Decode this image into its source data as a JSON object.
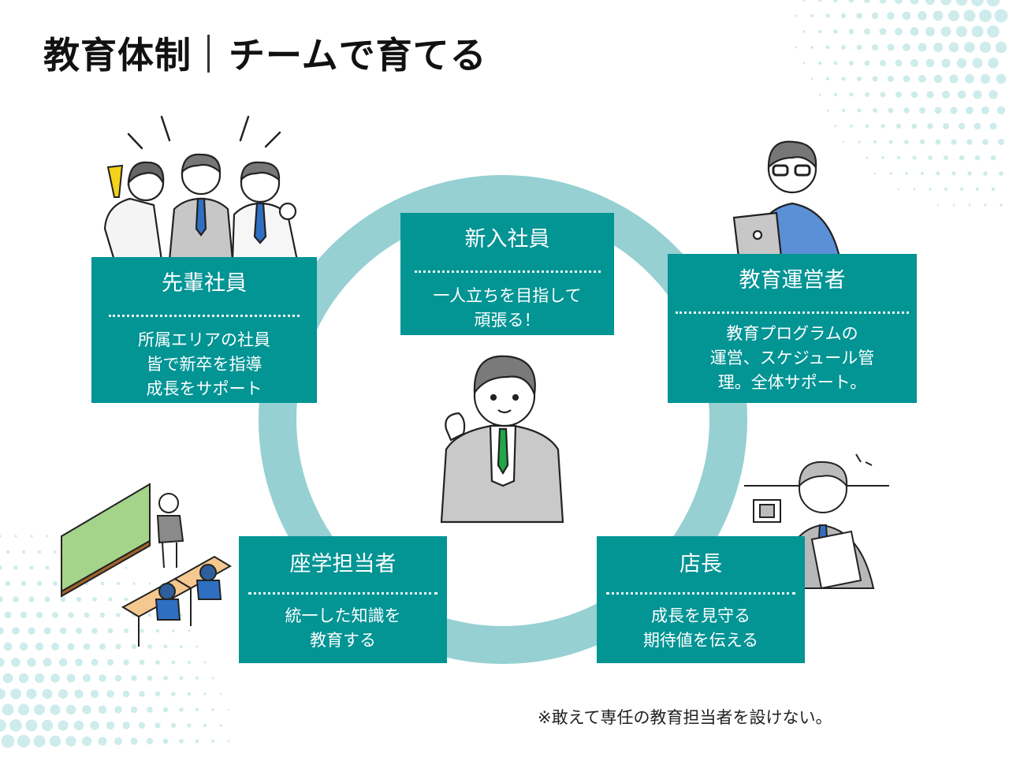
{
  "title": {
    "main": "教育体制",
    "sub": "チームで育てる"
  },
  "colors": {
    "teal": "#039494",
    "ring": "#96d0d2",
    "dots": "#cdeceb"
  },
  "roles": {
    "newcomer": {
      "heading": "新入社員",
      "body": "一人立ちを目指して\n頑張る！"
    },
    "senior": {
      "heading": "先輩社員",
      "body": "所属エリアの社員\n皆で新卒を指導\n成長をサポート"
    },
    "operator": {
      "heading": "教育運営者",
      "body": "教育プログラムの\n運営、スケジュール管\n理。全体サポート。"
    },
    "lecturer": {
      "heading": "座学担当者",
      "body": "統一した知識を\n教育する"
    },
    "manager": {
      "heading": "店長",
      "body": "成長を見守る\n期待値を伝える"
    }
  },
  "footnote": "※敢えて専任の教育担当者を設けない。",
  "icons": [
    "cheering-seniors-illustration",
    "laptop-worker-illustration",
    "classroom-illustration",
    "store-manager-illustration",
    "new-employee-illustration"
  ]
}
